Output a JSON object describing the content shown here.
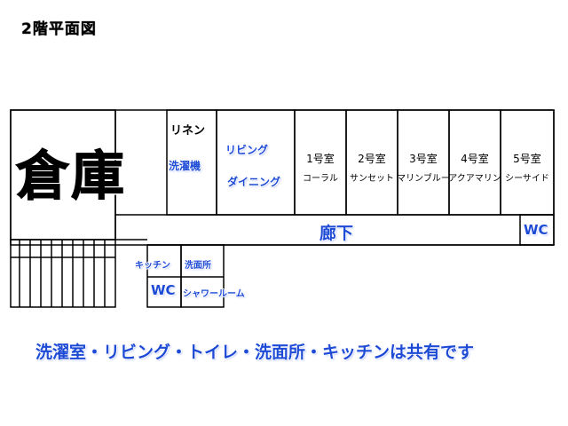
{
  "title": "2階平面図",
  "rooms": {
    "storage": "倉庫",
    "linen": "リネン",
    "laundry": "洗濯機",
    "living": "リビング",
    "dining": "ダイニング",
    "hallway": "廊下",
    "wc_upper": "WC",
    "kitchen": "キッチン",
    "washroom": "洗面所",
    "wc_lower": "WC",
    "shower": "シャワールーム",
    "guest": [
      {
        "number": "1号室",
        "name": "コーラル"
      },
      {
        "number": "2号室",
        "name": "サンセット"
      },
      {
        "number": "3号室",
        "name": "マリンブルー"
      },
      {
        "number": "4号室",
        "name": "アクアマリン"
      },
      {
        "number": "5号室",
        "name": "シーサイド"
      }
    ]
  },
  "note": "洗濯室・リビング・トイレ・洗面所・キッチンは共有です",
  "colors": {
    "label_blue": "#1e4bd6",
    "line": "#000000",
    "background": "#ffffff"
  }
}
